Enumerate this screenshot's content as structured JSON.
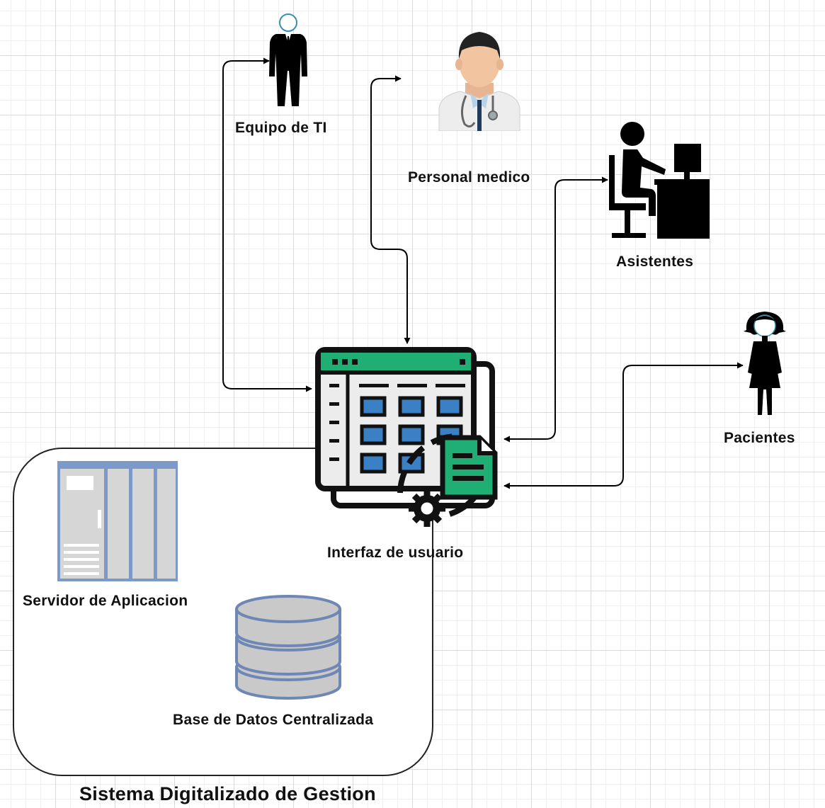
{
  "system": {
    "title": "Sistema Digitalizado de Gestion"
  },
  "nodes": {
    "it_team": {
      "label": "Equipo de TI",
      "icon": "businessman-icon"
    },
    "medical_staff": {
      "label": "Personal medico",
      "icon": "doctor-icon"
    },
    "assistants": {
      "label": "Asistentes",
      "icon": "desk-worker-icon"
    },
    "patients": {
      "label": "Pacientes",
      "icon": "woman-icon"
    },
    "user_interface": {
      "label": "Interfaz de usuario",
      "icon": "dashboard-settings-icon"
    },
    "app_server": {
      "label": "Servidor de Aplicacion",
      "icon": "server-rack-icon"
    },
    "database": {
      "label": "Base de Datos Centralizada",
      "icon": "database-icon"
    }
  },
  "colors": {
    "accent_green": "#1fae74",
    "tile_blue": "#3b7fc4",
    "server_blue": "#7c99c9",
    "db_gray": "#c9c9c9"
  }
}
